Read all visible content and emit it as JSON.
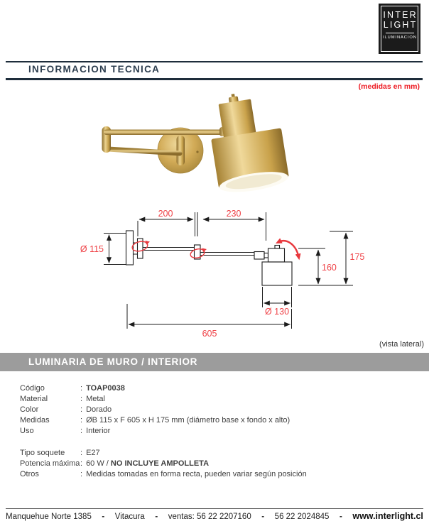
{
  "brand": {
    "name_line1": "INTER",
    "name_line2": "LIGHT",
    "tagline": "ILUMINACION"
  },
  "header": {
    "title": "INFORMACION TECNICA",
    "units_note": "(medidas en mm)"
  },
  "diagram": {
    "view_label": "(vista lateral)",
    "dimensions": {
      "arm1_length": "200",
      "arm2_length": "230",
      "base_diameter": "Ø 115",
      "head_height": "160",
      "total_height": "175",
      "shade_diameter": "Ø 130",
      "total_depth": "605"
    },
    "colors": {
      "dimension_red": "#ef4146",
      "rotation_arrow_red": "#e8383d",
      "line_black": "#1c1c1c"
    }
  },
  "product_image": {
    "description": "brass swing-arm wall lamp photo",
    "finish_color": "#c9a24b"
  },
  "section_banner": {
    "title": "LUMINARIA DE MURO / INTERIOR",
    "background": "#9c9c9c"
  },
  "specs": {
    "separator": ":",
    "rows": [
      {
        "label": "Código",
        "value": "",
        "value_bold": "TOAP0038"
      },
      {
        "label": "Material",
        "value": "Metal"
      },
      {
        "label": "Color",
        "value": "Dorado"
      },
      {
        "label": "Medidas",
        "value": "ØB 115 x F 605 x H 175 mm (diámetro base x fondo x alto)"
      },
      {
        "label": "Uso",
        "value": "Interior"
      },
      {
        "label": "Tipo soquete",
        "value": "E27"
      },
      {
        "label": "Potencia máxima",
        "value": "60 W / ",
        "value_bold": "NO INCLUYE AMPOLLETA"
      },
      {
        "label": "Otros",
        "value": "Medidas tomadas en forma recta, pueden variar según posición"
      }
    ]
  },
  "footer": {
    "address": "Manquehue Norte 1385",
    "dash": "-",
    "city": "Vitacura",
    "sales": "ventas: 56 22 2207160",
    "phone2": "56 22 2024845",
    "website": "www.interlight.cl"
  }
}
